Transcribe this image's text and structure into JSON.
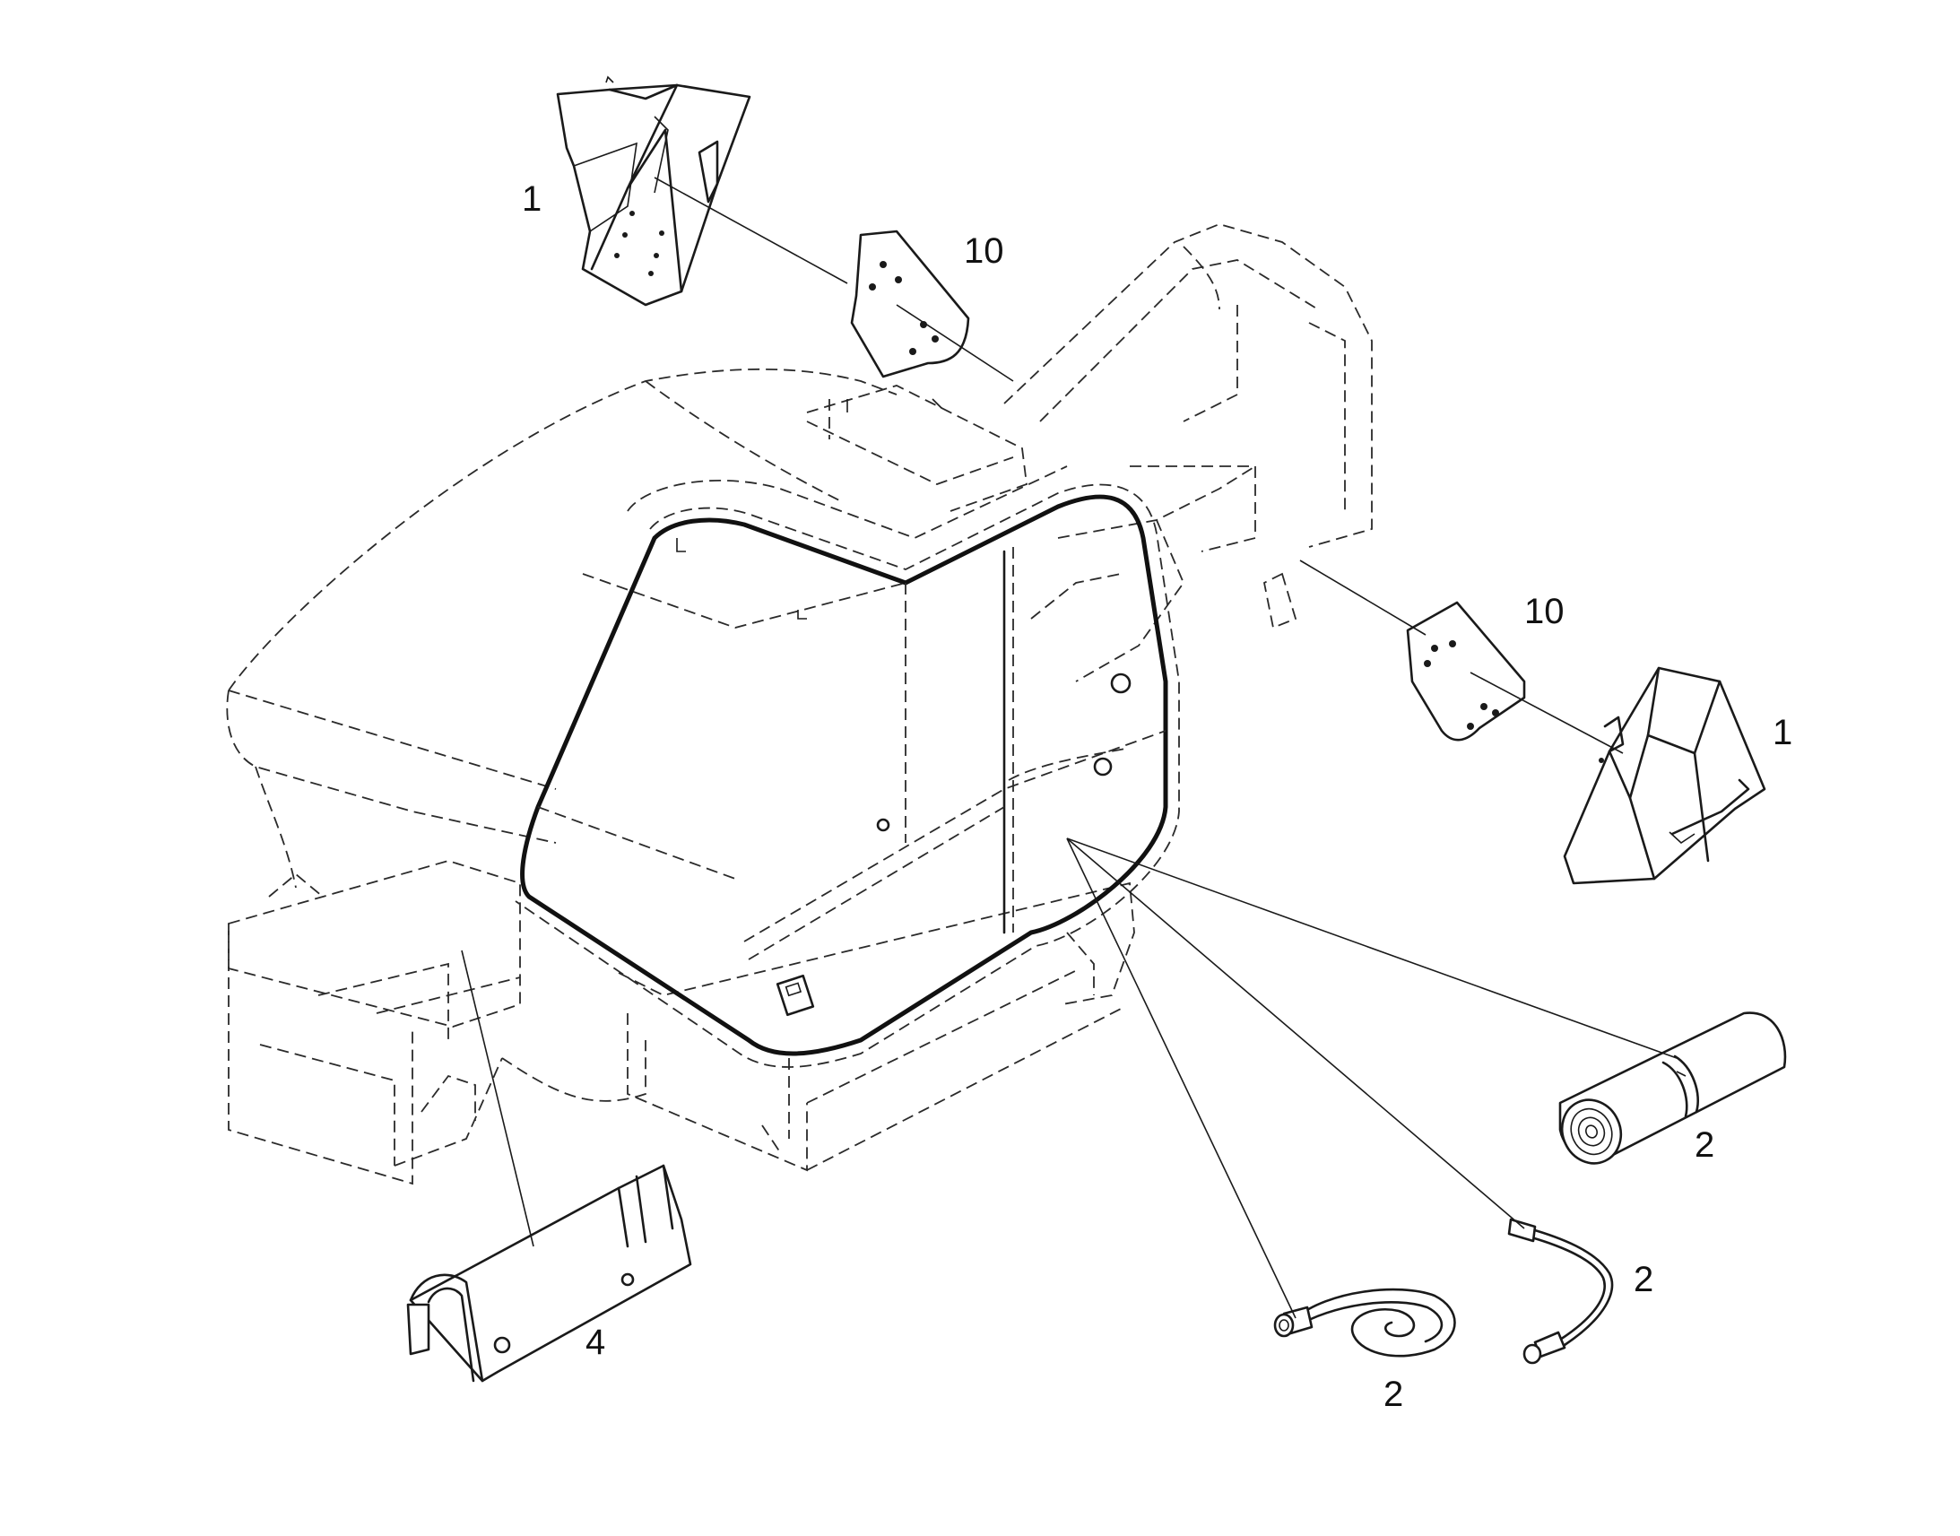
{
  "callouts": [
    {
      "id": "part-1-top",
      "label": "1"
    },
    {
      "id": "part-10-top",
      "label": "10"
    },
    {
      "id": "part-10-right",
      "label": "10"
    },
    {
      "id": "part-1-right",
      "label": "1"
    },
    {
      "id": "part-2-roll",
      "label": "2"
    },
    {
      "id": "part-2-hose",
      "label": "2"
    },
    {
      "id": "part-2-coil",
      "label": "2"
    },
    {
      "id": "part-4-bracket",
      "label": "4"
    }
  ]
}
